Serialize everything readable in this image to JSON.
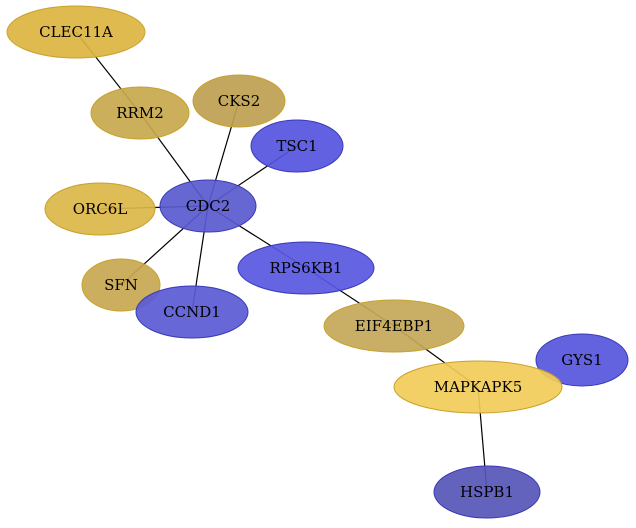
{
  "nodes": [
    {
      "id": "CLEC11A",
      "label": "CLEC11A",
      "color": "#dbb440",
      "group": "gold"
    },
    {
      "id": "RRM2",
      "label": "RRM2",
      "color": "#c8a84c",
      "group": "tan"
    },
    {
      "id": "CKS2",
      "label": "CKS2",
      "color": "#bfa050",
      "group": "tan"
    },
    {
      "id": "TSC1",
      "label": "TSC1",
      "color": "#5454e0",
      "group": "blue"
    },
    {
      "id": "ORC6L",
      "label": "ORC6L",
      "color": "#dbb648",
      "group": "gold"
    },
    {
      "id": "CDC2",
      "label": "CDC2",
      "color": "#5a5ad0",
      "group": "blue"
    },
    {
      "id": "SFN",
      "label": "SFN",
      "color": "#c8a850",
      "group": "tan"
    },
    {
      "id": "CCND1",
      "label": "CCND1",
      "color": "#5a5ad4",
      "group": "blue"
    },
    {
      "id": "RPS6KB1",
      "label": "RPS6KB1",
      "color": "#5858e2",
      "group": "blue"
    },
    {
      "id": "EIF4EBP1",
      "label": "EIF4EBP1",
      "color": "#c4a858",
      "group": "tan"
    },
    {
      "id": "GYS1",
      "label": "GYS1",
      "color": "#5656dc",
      "group": "blue"
    },
    {
      "id": "MAPKAPK5",
      "label": "MAPKAPK5",
      "color": "#f2cc58",
      "group": "gold"
    },
    {
      "id": "HSPB1",
      "label": "HSPB1",
      "color": "#5656b8",
      "group": "blue"
    }
  ],
  "edges": [
    [
      "CLEC11A",
      "RRM2"
    ],
    [
      "RRM2",
      "CDC2"
    ],
    [
      "CKS2",
      "CDC2"
    ],
    [
      "TSC1",
      "CDC2"
    ],
    [
      "ORC6L",
      "CDC2"
    ],
    [
      "SFN",
      "CDC2"
    ],
    [
      "CCND1",
      "CDC2"
    ],
    [
      "CDC2",
      "RPS6KB1"
    ],
    [
      "RPS6KB1",
      "EIF4EBP1"
    ],
    [
      "EIF4EBP1",
      "MAPKAPK5"
    ],
    [
      "MAPKAPK5",
      "HSPB1"
    ]
  ]
}
